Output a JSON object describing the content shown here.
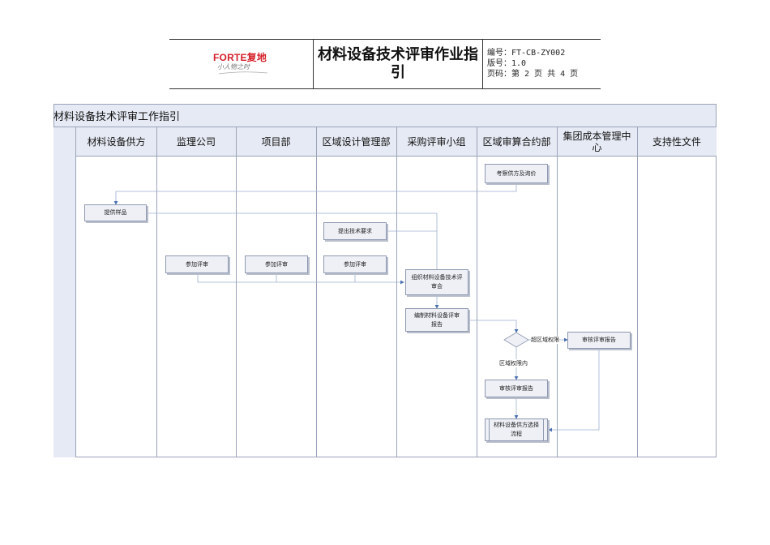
{
  "header": {
    "logo_text": "FORTE复地",
    "logo_subtext": "小人物之时",
    "title": "材料设备技术评审作业指引",
    "meta": {
      "code": "编号：FT-CB-ZY002",
      "version": "版号：1.0",
      "page": "页码：第 2 页 共 4 页"
    }
  },
  "diagram": {
    "title": "材料设备技术评审工作指引",
    "lanes": [
      "材料设备供方",
      "监理公司",
      "项目部",
      "区域设计管理部",
      "采购评审小组",
      "区域审算合约部",
      "集团成本管理中心",
      "支持性文件"
    ],
    "nodes": {
      "inspect_supplier": "考察供方及询价",
      "provide_samples": "提供样品",
      "tech_requirements": "提出技术要求",
      "join_review_supervisor": "参加评审",
      "join_review_project": "参加评审",
      "join_review_design": "参加评审",
      "organize_meeting": "组织材料设备技术评审会",
      "compile_report": "编制材料设备评审报告",
      "review_report_region": "审核评审报告",
      "review_report_group": "审核评审报告",
      "selection_process": "材料设备供方选择流程"
    },
    "edge_labels": {
      "exceed_authority": "超区域权限",
      "within_authority": "区域权限内"
    }
  },
  "colors": {
    "brand_red": "#d51f29",
    "lane_header_bg": "#e6eaf4",
    "node_fill": "#eef0f6",
    "connector": "#6f88b5"
  }
}
